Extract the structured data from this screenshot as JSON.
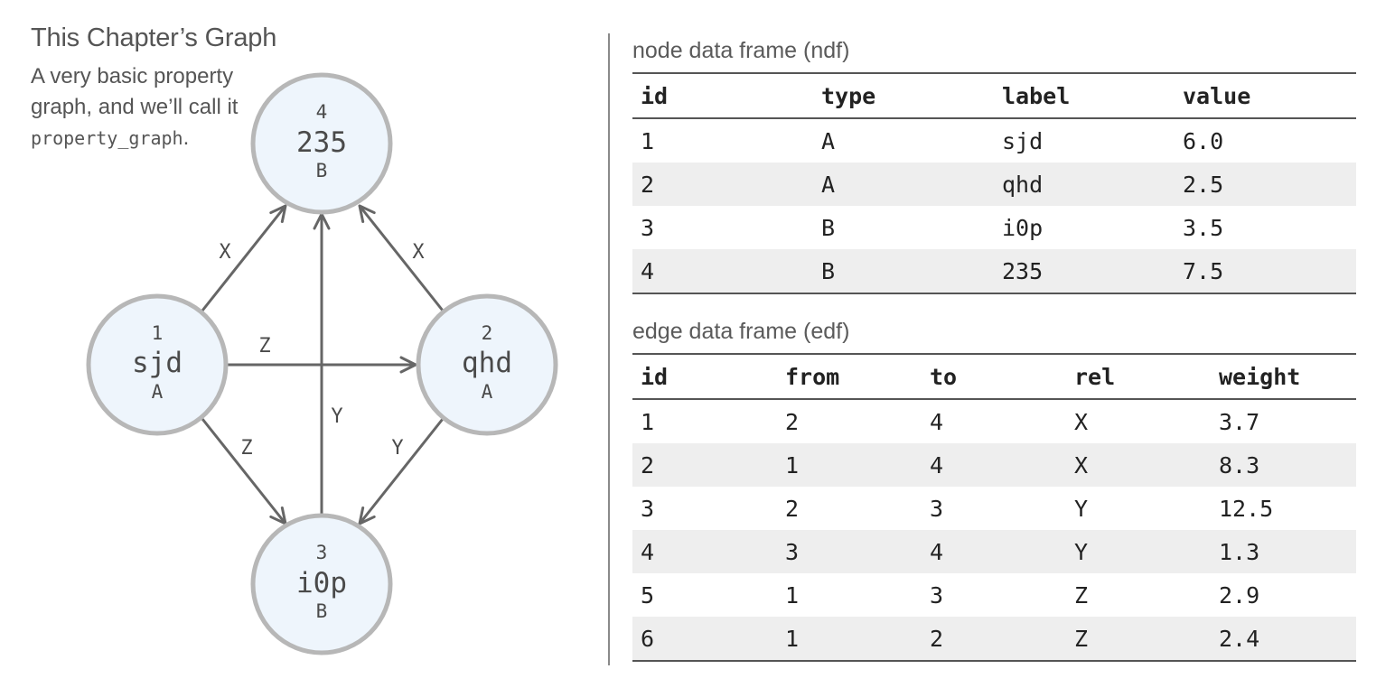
{
  "title": "This Chapter’s Graph",
  "description": {
    "text": "A very basic property graph, and we’ll call it",
    "code": "property_graph",
    "end": "."
  },
  "graph": {
    "nodes": [
      {
        "id": "1",
        "label": "sjd",
        "type": "A"
      },
      {
        "id": "2",
        "label": "qhd",
        "type": "A"
      },
      {
        "id": "3",
        "label": "i0p",
        "type": "B"
      },
      {
        "id": "4",
        "label": "235",
        "type": "B"
      }
    ],
    "edges": [
      {
        "from": "2",
        "to": "4",
        "rel": "X"
      },
      {
        "from": "1",
        "to": "4",
        "rel": "X"
      },
      {
        "from": "2",
        "to": "3",
        "rel": "Y"
      },
      {
        "from": "3",
        "to": "4",
        "rel": "Y"
      },
      {
        "from": "1",
        "to": "3",
        "rel": "Z"
      },
      {
        "from": "1",
        "to": "2",
        "rel": "Z"
      }
    ],
    "colors": {
      "node_fill": "#eef5fc",
      "node_stroke": "#b7b7b7",
      "edge": "#666666"
    }
  },
  "ndf": {
    "caption": "node data frame (ndf)",
    "columns": [
      "id",
      "type",
      "label",
      "value"
    ],
    "rows": [
      [
        "1",
        "A",
        "sjd",
        "6.0"
      ],
      [
        "2",
        "A",
        "qhd",
        "2.5"
      ],
      [
        "3",
        "B",
        "i0p",
        "3.5"
      ],
      [
        "4",
        "B",
        "235",
        "7.5"
      ]
    ]
  },
  "edf": {
    "caption": "edge data frame (edf)",
    "columns": [
      "id",
      "from",
      "to",
      "rel",
      "weight"
    ],
    "rows": [
      [
        "1",
        "2",
        "4",
        "X",
        "3.7"
      ],
      [
        "2",
        "1",
        "4",
        "X",
        "8.3"
      ],
      [
        "3",
        "2",
        "3",
        "Y",
        "12.5"
      ],
      [
        "4",
        "3",
        "4",
        "Y",
        "1.3"
      ],
      [
        "5",
        "1",
        "3",
        "Z",
        "2.9"
      ],
      [
        "6",
        "1",
        "2",
        "Z",
        "2.4"
      ]
    ]
  }
}
